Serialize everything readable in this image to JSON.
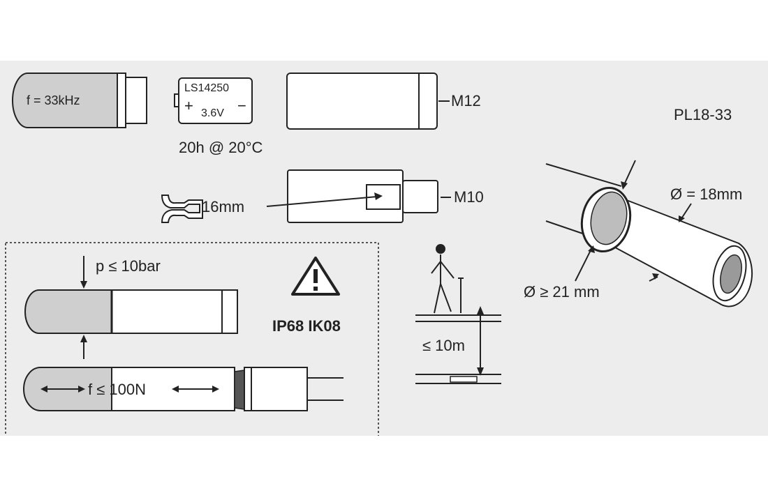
{
  "colors": {
    "background": "#ffffff",
    "panel": "#ededed",
    "line": "#222222",
    "cap": "#cfcfcf",
    "thread": "#9a9a9a"
  },
  "labels": {
    "frequency": "f = 33kHz",
    "battery_model": "LS14250",
    "battery_plus": "+",
    "battery_voltage": "3.6V",
    "battery_minus": "−",
    "runtime": "20h @ 20°C",
    "thread_m12": "M12",
    "model": "PL18-33",
    "wrench_size": "16mm",
    "thread_m10": "M10",
    "pressure": "p ≤ 10bar",
    "protection": "IP68  IK08",
    "depth": "≤ 10m",
    "diameter_outer": "Ø = 18mm",
    "hole_diameter": "Ø ≥ 21 mm",
    "force": "f ≤ 100N"
  },
  "icons": {
    "wrench": "wrench-icon",
    "warning": "warning-triangle-icon",
    "person": "person-walking-icon"
  }
}
